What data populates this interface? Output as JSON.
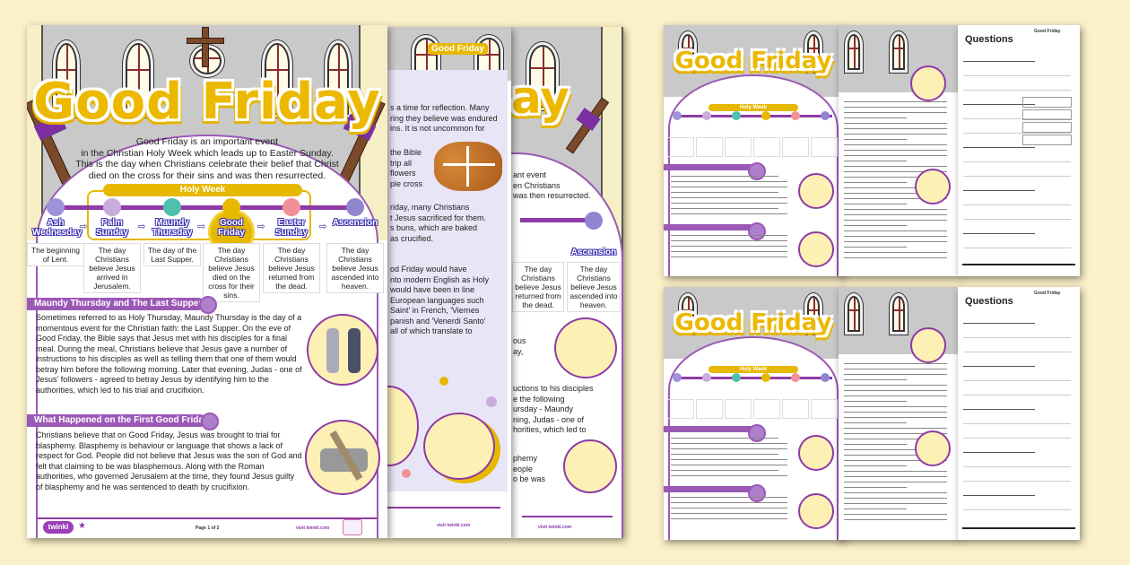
{
  "page1": {
    "title": "Good Friday",
    "intro": [
      "Good Friday is an important event",
      "in the Christian Holy Week which leads up to Easter Sunday.",
      "This is the day when Christians celebrate their belief that Christ",
      "died on the cross for their sins and was then resurrected."
    ],
    "holy_week_label": "Holy Week",
    "timeline": [
      {
        "label": "Ash Wednesday",
        "color": "#9c93d8",
        "desc": "The beginning of Lent."
      },
      {
        "label": "Palm Sunday",
        "color": "#c9acd9",
        "desc": "The day Christians believe Jesus arrived in Jerusalem."
      },
      {
        "label": "Maundy Thursday",
        "color": "#4fbfae",
        "desc": "The day of the Last Supper."
      },
      {
        "label": "Good Friday",
        "color": "#e6b800",
        "desc": "The day Christians believe Jesus died on the cross for their sins."
      },
      {
        "label": "Easter Sunday",
        "color": "#f29098",
        "desc": "The day Christians believe Jesus returned from the dead."
      },
      {
        "label": "Ascension",
        "color": "#8f86d0",
        "desc": "The day Christians believe Jesus ascended into heaven."
      }
    ],
    "section1_title": "Maundy Thursday and The Last Supper",
    "section1_body": "Sometimes referred to as Holy Thursday, Maundy Thursday is the day of a momentous event for the Christian faith: the Last Supper. On the eve of Good Friday, the Bible says that Jesus met with his disciples for a final meal. During the meal, Christians believe that Jesus gave a number of instructions to his disciples as well as telling them that one of them would betray him before the following morning. Later that evening, Judas - one of Jesus' followers - agreed to betray Jesus by identifying him to the authorities, which led to his trial and crucifixion.",
    "section2_title": "What Happened on the First Good Friday?",
    "section2_body": "Christians believe that on Good Friday, Jesus was brought to trial for blasphemy. Blasphemy is behaviour or language that shows a lack of respect for God. People did not believe that Jesus was the son of God and felt that claiming to be was blasphemous. Along with the Roman authorities, who governed Jerusalem at the time, they found Jesus guilty of blasphemy and he was sentenced to death by crucifixion.",
    "footer_logo": "twinkl",
    "footer_page": "Page 1 of 2",
    "footer_url": "visit twinkl.com"
  },
  "page2": {
    "label": "Good Friday",
    "lines1": [
      "s a time for reflection. Many",
      "ring they believe was endured",
      "ins. It is not uncommon for"
    ],
    "lines2": [
      "the Bible",
      "trip all",
      "flowers",
      "ple cross"
    ],
    "lines3": [
      "riday, many Christians",
      "t Jesus sacrificed for them.",
      "s buns, which are baked",
      "as crucified."
    ],
    "lines4": [
      "od Friday would have",
      "nto modern English as Holy",
      "would have been in line",
      "European languages such",
      "Saint' in French, 'Viernes",
      "panish and 'Venerdi Santo'",
      "all of which translate to"
    ],
    "footer_url": "visit twinkl.com"
  },
  "page3": {
    "title_partial": "ay",
    "lines1": [
      "ant event",
      "en Christians",
      "was then resurrected."
    ],
    "timeline_label": "Ascension",
    "desc1": "The day Christians believe Jesus returned from the dead.",
    "desc2": "The day Christians believe Jesus ascended into heaven.",
    "lines2": [
      "ous",
      "ay,"
    ],
    "lines3": [
      "uctions to his disciples",
      "e the following",
      "ursday - Maundy",
      "ning, Judas - one of",
      "horities, which led to"
    ],
    "lines4": [
      "phemy",
      "eople",
      "o be was"
    ],
    "footer_url": "visit twinkl.com"
  },
  "thumbnails": {
    "title": "Good Friday",
    "holy_week_label": "Holy Week",
    "questions_title": "Questions",
    "header_label": "Good Friday"
  }
}
